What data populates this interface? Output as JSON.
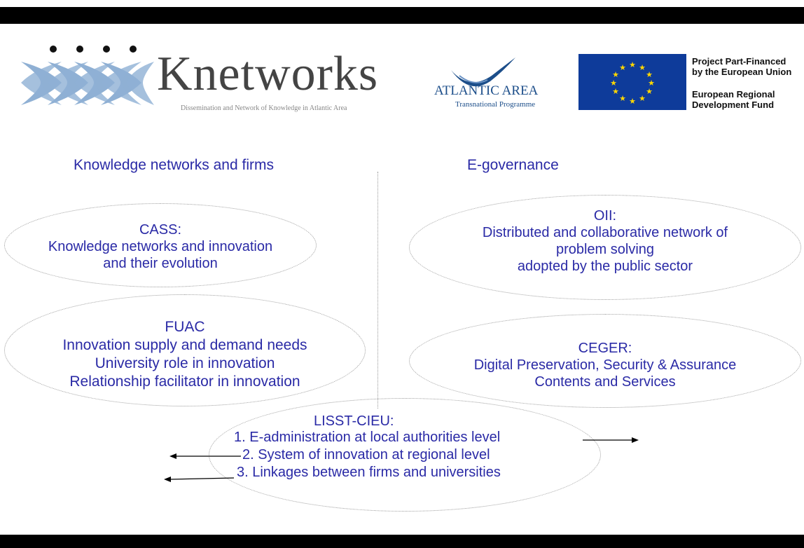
{
  "logos": {
    "knetworks": {
      "name": "Knetworks",
      "tagline": "Dissemination and Network of Knowledge in Atlantic Area"
    },
    "atlantic_area": {
      "title": "ATLANTIC AREA",
      "subtitle": "Transnational Programme"
    },
    "eu": {
      "line1": "Project Part-Financed by the European Union",
      "line1a": "Project Part-Financed",
      "line1b": "by the European Union",
      "line2a": "European Regional",
      "line2b": "Development Fund"
    }
  },
  "colors": {
    "text": "#2a2aa6",
    "bars": "#000000",
    "flag": "#0e3b9a",
    "stars": "#ffd700"
  },
  "headings": {
    "left": "Knowledge networks and firms",
    "right": "E-governance"
  },
  "nodes": {
    "cass": {
      "title": "CASS:",
      "lines": [
        "Knowledge networks and innovation",
        "and their evolution"
      ]
    },
    "fuac": {
      "title": "FUAC",
      "lines": [
        "Innovation supply and demand needs",
        "University role in innovation",
        "Relationship facilitator in innovation"
      ]
    },
    "oii": {
      "title": "OII:",
      "lines": [
        "Distributed and collaborative network of",
        "problem solving",
        "adopted by the public sector"
      ]
    },
    "ceger": {
      "title": "CEGER:",
      "lines": [
        "Digital Preservation, Security & Assurance",
        "Contents and Services"
      ]
    },
    "lisst": {
      "title": "LISST-CIEU:",
      "items": [
        "1.   E-administration at local authorities level",
        "2.   System of innovation at regional level",
        "3. Linkages between firms and universities"
      ]
    }
  }
}
